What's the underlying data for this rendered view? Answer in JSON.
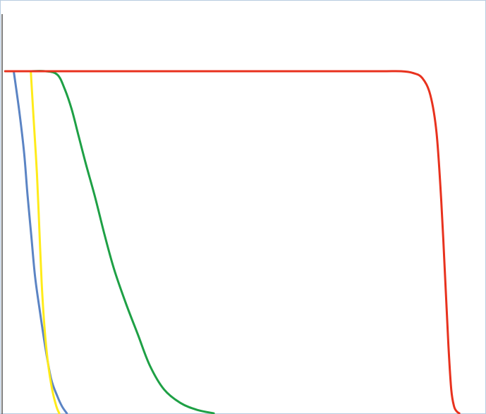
{
  "chart_data": {
    "type": "line",
    "title": "",
    "xlabel": "",
    "ylabel": "",
    "xlim": [
      0,
      100
    ],
    "ylim": [
      0,
      100
    ],
    "grid": false,
    "legend": "none",
    "plot_background": "#ffffff",
    "frame_color": "#b8cbe0",
    "axis_color": "#555555",
    "series": [
      {
        "color": "#5b84c4",
        "x": [
          2.3,
          3.5,
          4.5,
          5.2,
          6.0,
          6.8,
          7.8,
          9.0,
          10.2,
          11.5,
          12.5,
          13.5
        ],
        "y": [
          100,
          88,
          76,
          64,
          52,
          40,
          30,
          19,
          10,
          5,
          2,
          0
        ]
      },
      {
        "color": "#ffeb1a",
        "x": [
          5.9,
          6.5,
          7.2,
          7.7,
          8.2,
          8.8,
          9.5,
          10.4,
          11.3,
          11.9
        ],
        "y": [
          100,
          86,
          70,
          54,
          38,
          25,
          15,
          7,
          2,
          0
        ]
      },
      {
        "color": "#1ea045",
        "x": [
          0.5,
          5.0,
          9.0,
          11.5,
          13.0,
          14.5,
          16.0,
          17.5,
          19.5,
          21.5,
          23.5,
          26.0,
          28.5,
          31.0,
          34.0,
          37.5,
          41.0,
          44.5
        ],
        "y": [
          100,
          100,
          100,
          99,
          95,
          89,
          81,
          73,
          63,
          52,
          42,
          32,
          23,
          14,
          7,
          3,
          1,
          0
        ]
      },
      {
        "color": "#e8321e",
        "x": [
          0.5,
          10,
          20,
          30,
          40,
          50,
          60,
          70,
          80,
          84,
          86.5,
          88.5,
          90.2,
          91.5,
          92.5,
          93.3,
          94.0,
          94.6,
          95.2,
          95.8,
          96.3
        ],
        "y": [
          100,
          100,
          100,
          100,
          100,
          100,
          100,
          100,
          100,
          100,
          99.5,
          98,
          93,
          82,
          62,
          40,
          20,
          7,
          2,
          0.5,
          0
        ]
      }
    ]
  }
}
